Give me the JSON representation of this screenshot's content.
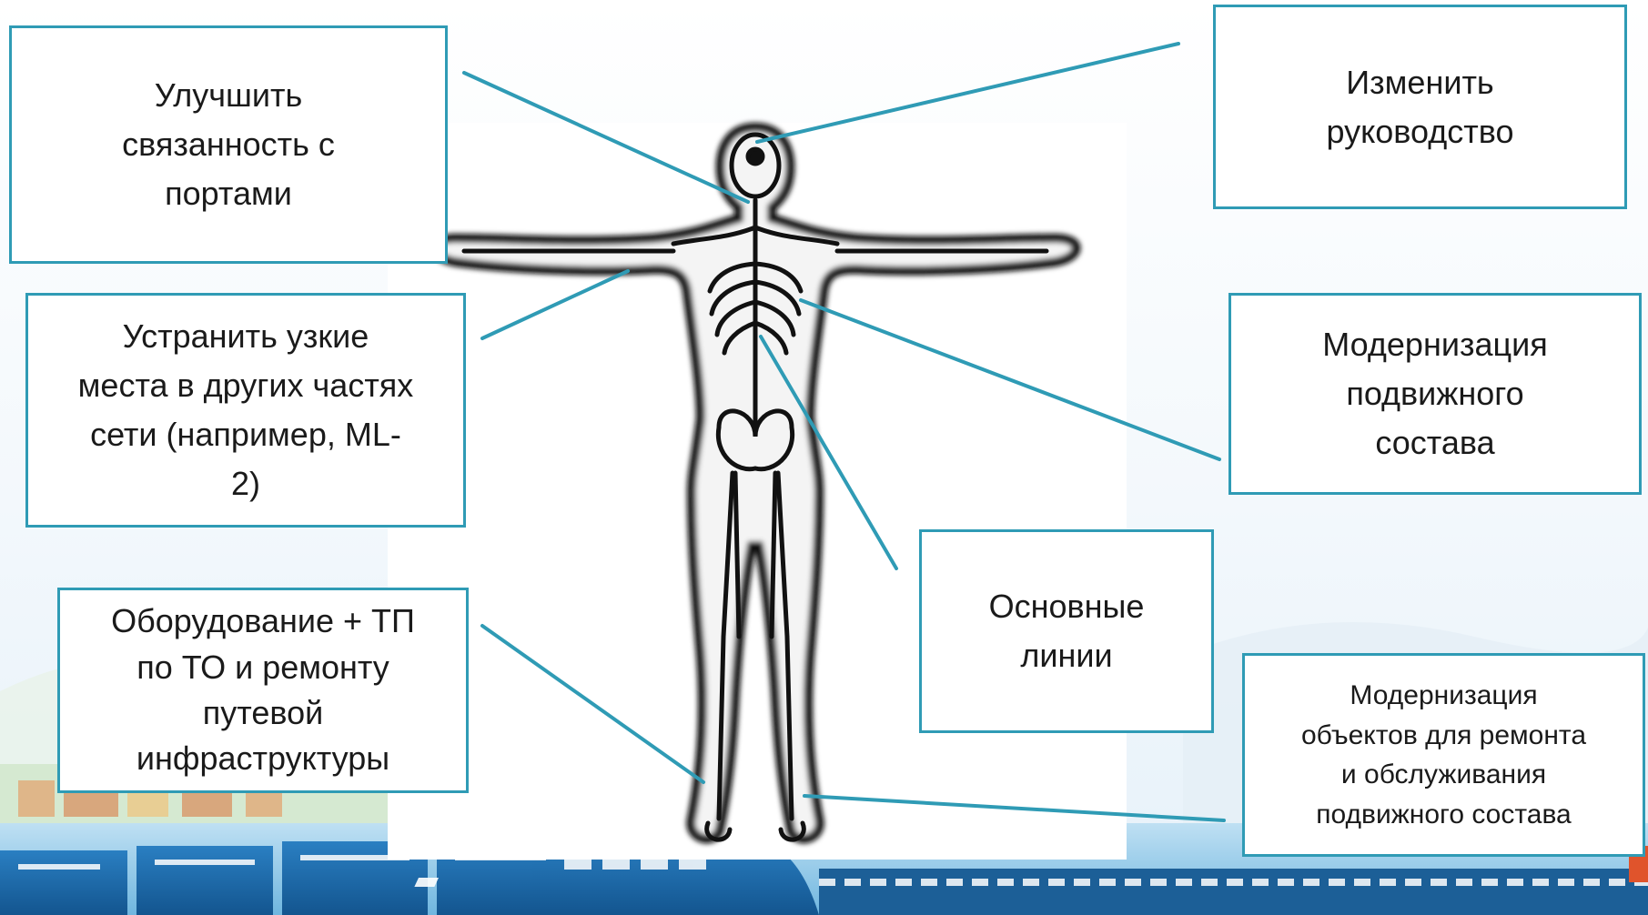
{
  "colors": {
    "accent": "#2f9bb5",
    "box_border": "#2f9bb5",
    "text": "#1a1a1a"
  },
  "figure": {
    "icon": "human-skeleton-icon"
  },
  "labels": {
    "ports": "Улучшить\nсвязанность с\nпортами",
    "governance": "Изменить\nруководство",
    "bottlenecks": "Устранить узкие\nместа в других частях\nсети (например, ML-\n2)",
    "rolling_stock": "Модернизация\nподвижного\nсостава",
    "main_lines": "Основные\nлинии",
    "track_maintenance": "Оборудование + ТП\nпо ТО и ремонту\nпутевой\nинфраструктуры",
    "depots": "Модернизация\nобъектов для ремонта\nи обслуживания\nподвижного состава"
  }
}
